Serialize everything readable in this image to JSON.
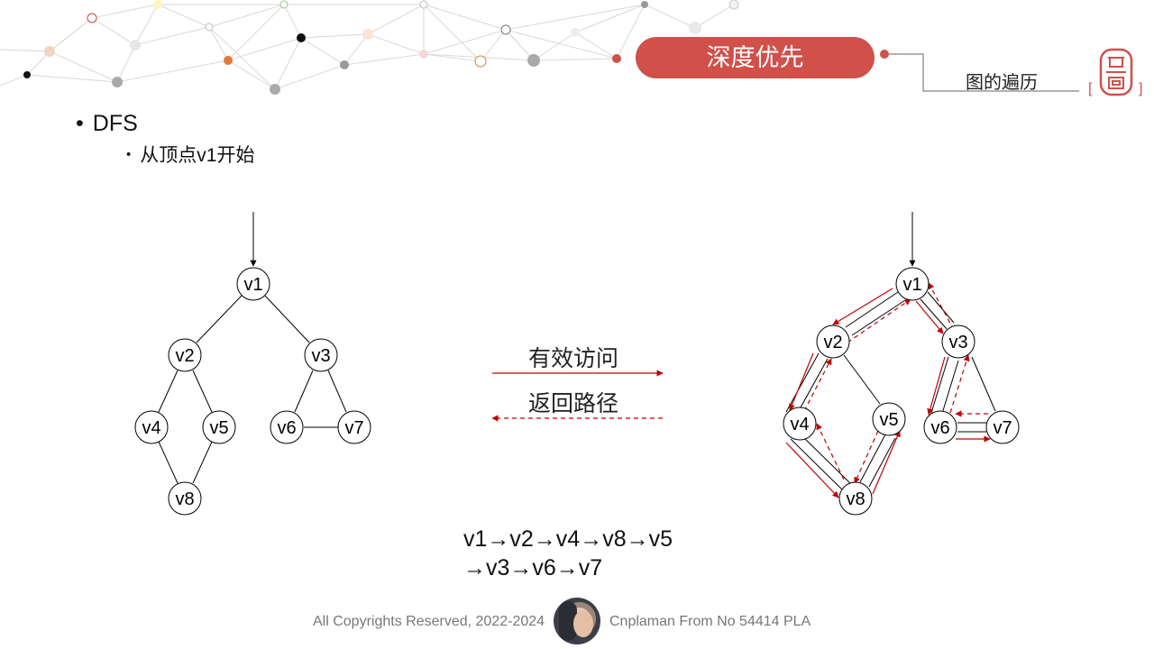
{
  "header": {
    "title": "深度优先",
    "subtitle": "图的遍历",
    "logo": "seal-logo"
  },
  "bullets": {
    "level1": "DFS",
    "level2": "从顶点v1开始",
    "bullet_char": "•"
  },
  "graph": {
    "nodes": [
      "v1",
      "v2",
      "v3",
      "v4",
      "v5",
      "v6",
      "v7",
      "v8"
    ],
    "edges": [
      [
        "v1",
        "v2"
      ],
      [
        "v1",
        "v3"
      ],
      [
        "v2",
        "v4"
      ],
      [
        "v2",
        "v5"
      ],
      [
        "v4",
        "v8"
      ],
      [
        "v5",
        "v8"
      ],
      [
        "v3",
        "v6"
      ],
      [
        "v3",
        "v7"
      ],
      [
        "v6",
        "v7"
      ]
    ],
    "start": "v1"
  },
  "legend": {
    "visit_label": "有效访问",
    "return_label": "返回路径",
    "visit_style": "solid",
    "return_style": "dashed"
  },
  "traversal": {
    "line1": "v1→v2→v4→v8→v5",
    "line2": "→v3→v6→v7"
  },
  "colors": {
    "accent": "#d0504a",
    "arrow_red": "#c00000",
    "text": "#111111"
  },
  "footer": {
    "copyright": "All Copyrights Reserved, 2022-2024",
    "author": "Cnplaman From No 54414 PLA"
  }
}
